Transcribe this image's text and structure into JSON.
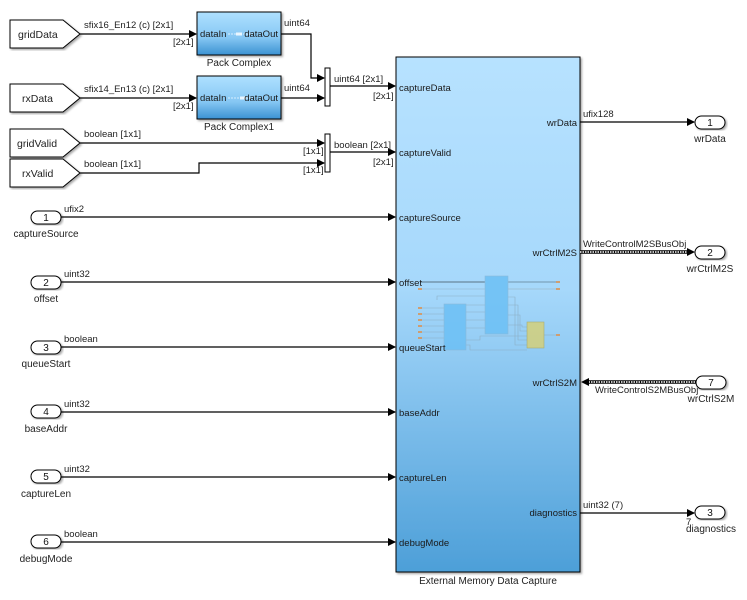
{
  "diagram": {
    "main_block": {
      "name": "External Memory Data Capture",
      "inputs": [
        "captureData",
        "captureValid",
        "captureSource",
        "offset",
        "queueStart",
        "baseAddr",
        "captureLen",
        "debugMode"
      ],
      "outputs": [
        "wrData",
        "wrCtrlM2S",
        "wrCtrlS2M",
        "diagnostics"
      ]
    },
    "from_tags": [
      {
        "label": "gridData",
        "signal": "sfix16_En12 (c) [2x1]"
      },
      {
        "label": "rxData",
        "signal": "sfix14_En13 (c) [2x1]"
      },
      {
        "label": "gridValid",
        "signal": "boolean [1x1]"
      },
      {
        "label": "rxValid",
        "signal": "boolean [1x1]"
      }
    ],
    "pack_blocks": [
      {
        "name": "Pack Complex",
        "in_port": "dataIn",
        "out_port": "dataOut",
        "in_dim": "[2x1]",
        "out_type": "uint64"
      },
      {
        "name": "Pack Complex1",
        "in_port": "dataIn",
        "out_port": "dataOut",
        "in_dim": "[2x1]",
        "out_type": "uint64"
      }
    ],
    "mux_blocks": [
      {
        "out_signal": "uint64 [2x1]",
        "out_dim": "[2x1]",
        "in_dims": []
      },
      {
        "out_signal": "boolean [2x1]",
        "out_dim": "[2x1]",
        "in_dims": [
          "[1x1]",
          "[1x1]"
        ]
      }
    ],
    "inports": [
      {
        "number": "1",
        "name": "captureSource",
        "type": "ufix2"
      },
      {
        "number": "2",
        "name": "offset",
        "type": "uint32"
      },
      {
        "number": "3",
        "name": "queueStart",
        "type": "boolean"
      },
      {
        "number": "4",
        "name": "baseAddr",
        "type": "uint32"
      },
      {
        "number": "5",
        "name": "captureLen",
        "type": "uint32"
      },
      {
        "number": "6",
        "name": "debugMode",
        "type": "boolean"
      },
      {
        "number": "7",
        "name": "wrCtrlS2M",
        "type": "WriteControlS2MBusObj"
      }
    ],
    "outports": [
      {
        "number": "1",
        "name": "wrData",
        "type": "ufix128"
      },
      {
        "number": "2",
        "name": "wrCtrlM2S",
        "type": "WriteControlM2SBusObj"
      },
      {
        "number": "3",
        "name": "diagnostics",
        "type": "uint32 (7)",
        "dim": "7"
      }
    ],
    "colors": {
      "block_top": "#b3e0ff",
      "block_bottom": "#4ea0d8",
      "pack_top": "#a8dcff",
      "pack_bottom": "#3d95d4",
      "inner_block": "#6cc0f5",
      "inner_yellow": "#d4d07a"
    }
  }
}
